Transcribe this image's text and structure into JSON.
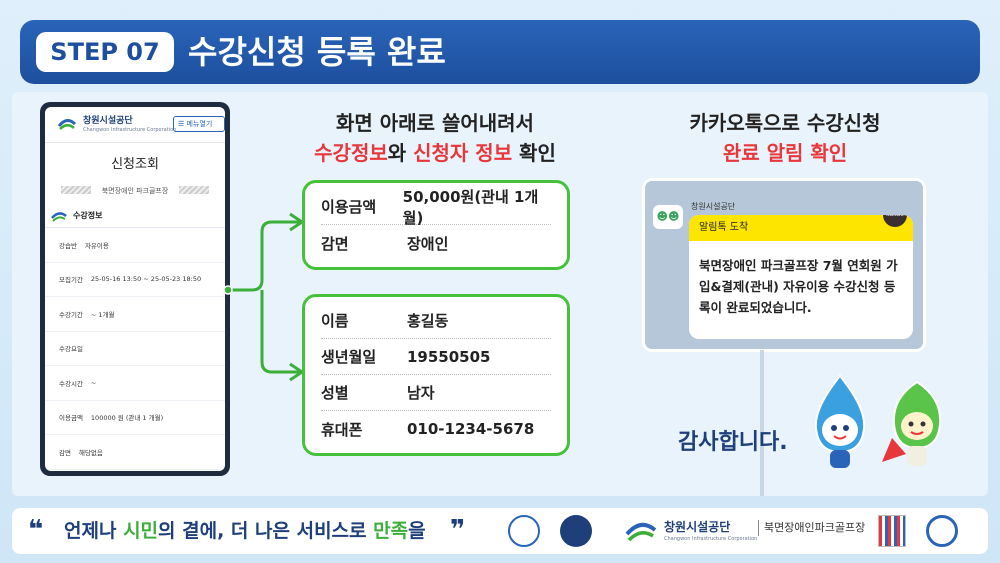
{
  "header": {
    "step_badge": "STEP 07",
    "title": "수강신청 등록 완료"
  },
  "phone": {
    "brand": "창원시설공단",
    "brand_sub": "Changwon Infrastructure Corporation",
    "menu_label": "☰ 메뉴열기",
    "page_title": "신청조회",
    "breadcrumb": "북면장애인 파크골프장",
    "section_title": "수강정보",
    "rows": [
      {
        "key": "강습반",
        "value": "자유이용"
      },
      {
        "key": "모집기간",
        "value": "25-05-16 13:50 ~ 25-05-23 18:50"
      },
      {
        "key": "수강기간",
        "value": "~ 1개월"
      },
      {
        "key": "수강요일",
        "value": ""
      },
      {
        "key": "수강시간",
        "value": "~"
      },
      {
        "key": "이용금액",
        "value": "100000 원 (관내 1 개월)"
      },
      {
        "key": "감면",
        "value": "해당없음"
      }
    ]
  },
  "middle": {
    "heading_line1": "화면 아래로 쓸어내려서",
    "heading_red1": "수강정보",
    "heading_mid": "와 ",
    "heading_red2": "신청자 정보",
    "heading_end": " 확인",
    "course_info": [
      {
        "key": "이용금액",
        "value": "50,000원(관내 1개월)"
      },
      {
        "key": "감면",
        "value": "장애인"
      }
    ],
    "applicant_info": [
      {
        "key": "이름",
        "value": "홍길동"
      },
      {
        "key": "생년월일",
        "value": "19550505"
      },
      {
        "key": "성별",
        "value": "남자"
      },
      {
        "key": "휴대폰",
        "value": "010-1234-5678"
      }
    ]
  },
  "kakao": {
    "heading_line1": "카카오톡으로 수강신청",
    "heading_line2": "완료 알림 확인",
    "sender": "창원시설공단",
    "badge": "kakao",
    "bubble_head": "알림톡 도착",
    "message": "북면장애인 파크골프장 7월 연회원 가입&결제(관내) 자유이용 수강신청 등록이 완료되었습니다."
  },
  "thanks": "감사합니다.",
  "footer": {
    "slogan_a": "언제나 ",
    "slogan_b": "시민",
    "slogan_c": "의 곁에, 더 나은 서비스로 ",
    "slogan_d": "만족",
    "slogan_e": "을",
    "brand": "창원시설공단",
    "brand_sub": "Changwon Infrastructure Corporation",
    "place": "북면장애인파크골프장"
  },
  "colors": {
    "header_blue": "#1d4f9e",
    "accent_red": "#e8373b",
    "box_green": "#45c23a",
    "kakao_yellow": "#fee500"
  }
}
